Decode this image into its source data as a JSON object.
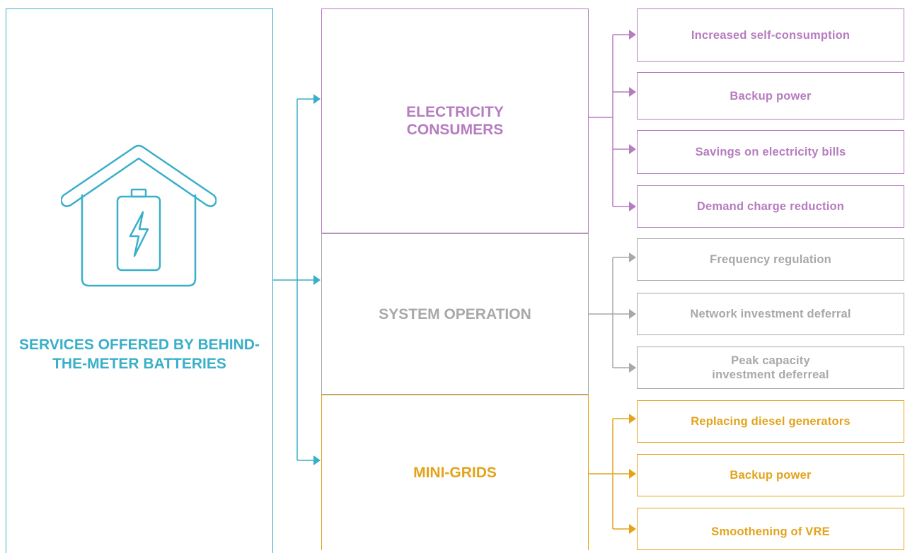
{
  "title": "SERVICES OFFERED BY BEHIND-THE-METER BATTERIES",
  "colors": {
    "main": "#3AAFC9",
    "consumers": "#B67CC0",
    "system": "#A8A8A8",
    "minigrids": "#E3A31B"
  },
  "icon": "house-battery-icon",
  "categories": [
    {
      "label": "ELECTRICITY CONSUMERS",
      "services": [
        "Increased self-consumption",
        "Backup power",
        "Savings on electricity bills",
        "Demand charge reduction"
      ]
    },
    {
      "label": "SYSTEM OPERATION",
      "services": [
        "Frequency regulation",
        "Network investment deferral",
        "Peak capacity investment deferreal"
      ]
    },
    {
      "label": "MINI-GRIDS",
      "services": [
        "Replacing diesel generators",
        "Backup power",
        "Smoothening of VRE"
      ]
    }
  ]
}
